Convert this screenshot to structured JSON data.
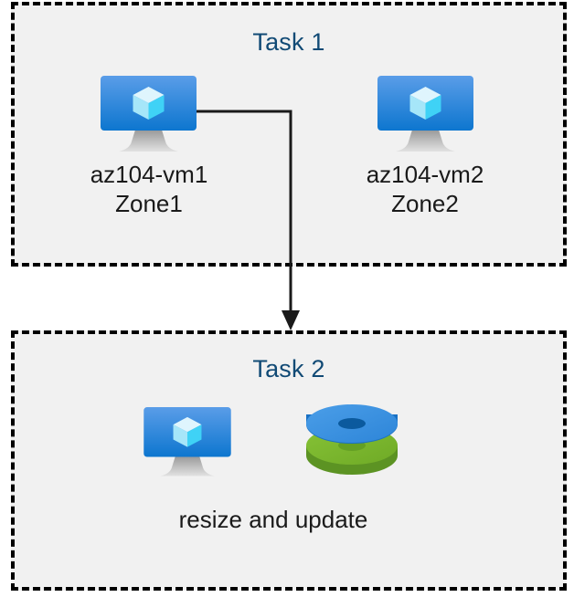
{
  "diagram": {
    "title_color": "#114a75",
    "box_fill": "#f1f1f1",
    "box_border_color": "#000000",
    "label_color": "#1a1a1a",
    "connector_color": "#1a1a1a",
    "boxes": [
      {
        "id": "task1",
        "title": "Task 1",
        "nodes": [
          {
            "icon": "virtual-machine-icon",
            "label": "az104-vm1\nZone1"
          },
          {
            "icon": "virtual-machine-icon",
            "label": "az104-vm2\nZone2"
          }
        ]
      },
      {
        "id": "task2",
        "title": "Task 2",
        "caption": "resize and update",
        "nodes": [
          {
            "icon": "virtual-machine-icon"
          },
          {
            "icon": "managed-disks-icon"
          }
        ]
      }
    ],
    "connector": {
      "from": "az104-vm1",
      "to": "task2",
      "arrow": "arrow-down-icon"
    },
    "icon_colors": {
      "vm_screen_top": "#5398e5",
      "vm_screen_bottom": "#0f7bd4",
      "vm_cube_top": "#d6f4fd",
      "vm_cube_left": "#9fe4f8",
      "vm_cube_right": "#38d0f5",
      "vm_stand": "#b0b0b0",
      "disk_blue_top": "#3a92e0",
      "disk_blue_side": "#1a71c4",
      "disk_blue_hole": "#0b5a9e",
      "disk_green_top": "#7cb82f",
      "disk_green_side": "#5c9323",
      "disk_green_hole": "#6aa227"
    }
  }
}
